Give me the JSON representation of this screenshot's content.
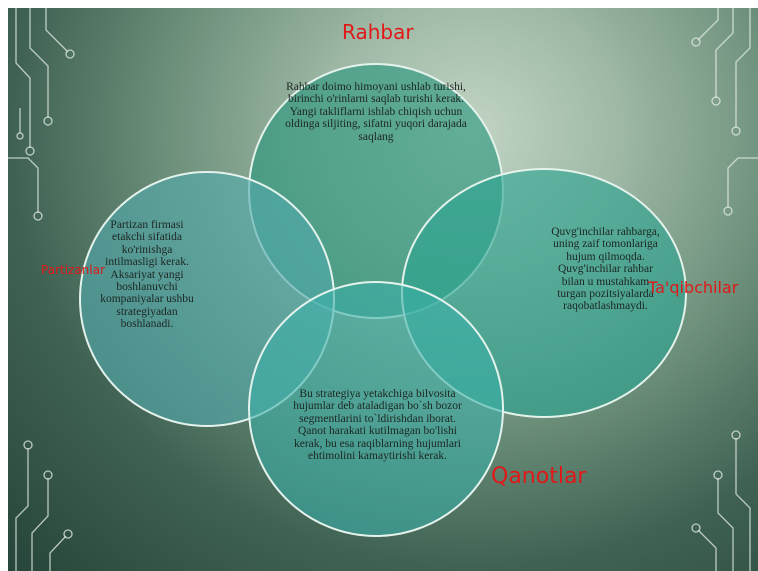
{
  "diagram": {
    "top": {
      "label": "Rahbar",
      "text": "Rahbar doimo himoyani ushlab turishi, birinchi o'rinlarni saqlab turishi kerak. Yangi takliflarni ishlab chiqish uchun oldinga siljiting, sifatni yuqori darajada saqlang"
    },
    "left": {
      "label": "Partizanlar",
      "text": "Partizan firmasi etakchi sifatida ko'rinishga intilmasligi kerak. Aksariyat yangi boshlanuvchi kompaniyalar ushbu strategiyadan boshlanadi."
    },
    "right": {
      "label": "Ta'qibchilar",
      "text": "Quvg'inchilar rahbarga, uning zaif tomonlariga hujum qilmoqda. Quvg'inchilar rahbar bilan u mustahkam turgan pozitsiyalarda raqobatlashmaydi."
    },
    "bottom": {
      "label": "Qanotlar",
      "text": "Bu strategiya yetakchiga bilvosita hujumlar deb ataladigan bo`sh bozor segmentlarini to`ldirishdan iborat. Qanot harakati kutilmagan bo'lishi kerak, bu esa raqiblarning hujumlari ehtimolini kamaytirishi kerak."
    }
  }
}
